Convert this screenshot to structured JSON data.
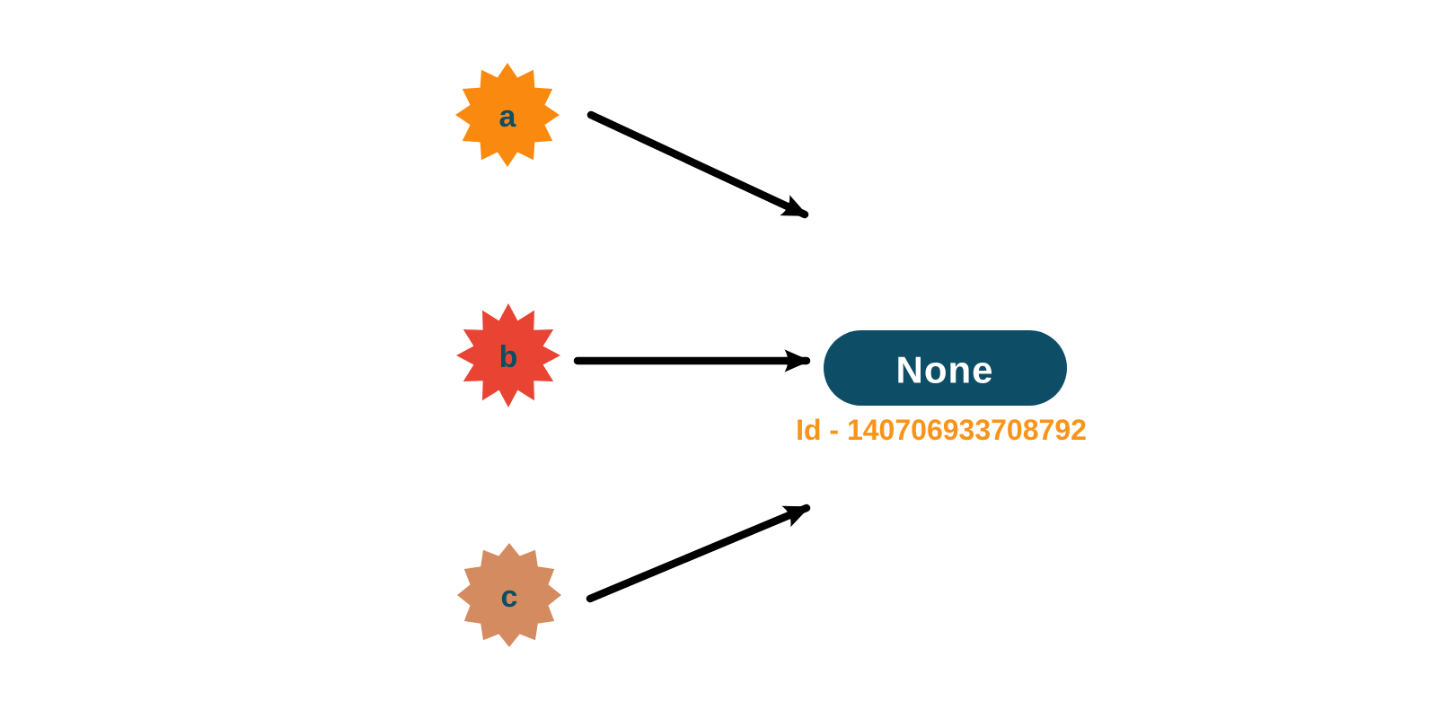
{
  "diagram": {
    "background": "#ffffff",
    "arrow_color": "#000000",
    "letter_color": "#0e4d64",
    "variables": [
      {
        "label": "a",
        "color": "#fa8a0f"
      },
      {
        "label": "b",
        "color": "#e94334"
      },
      {
        "label": "c",
        "color": "#d58b60"
      }
    ],
    "object": {
      "label": "None",
      "fill": "#0d4d66",
      "label_color": "#ffffff",
      "id_label": "Id - 140706933708792",
      "id_color": "#f9941a"
    }
  }
}
